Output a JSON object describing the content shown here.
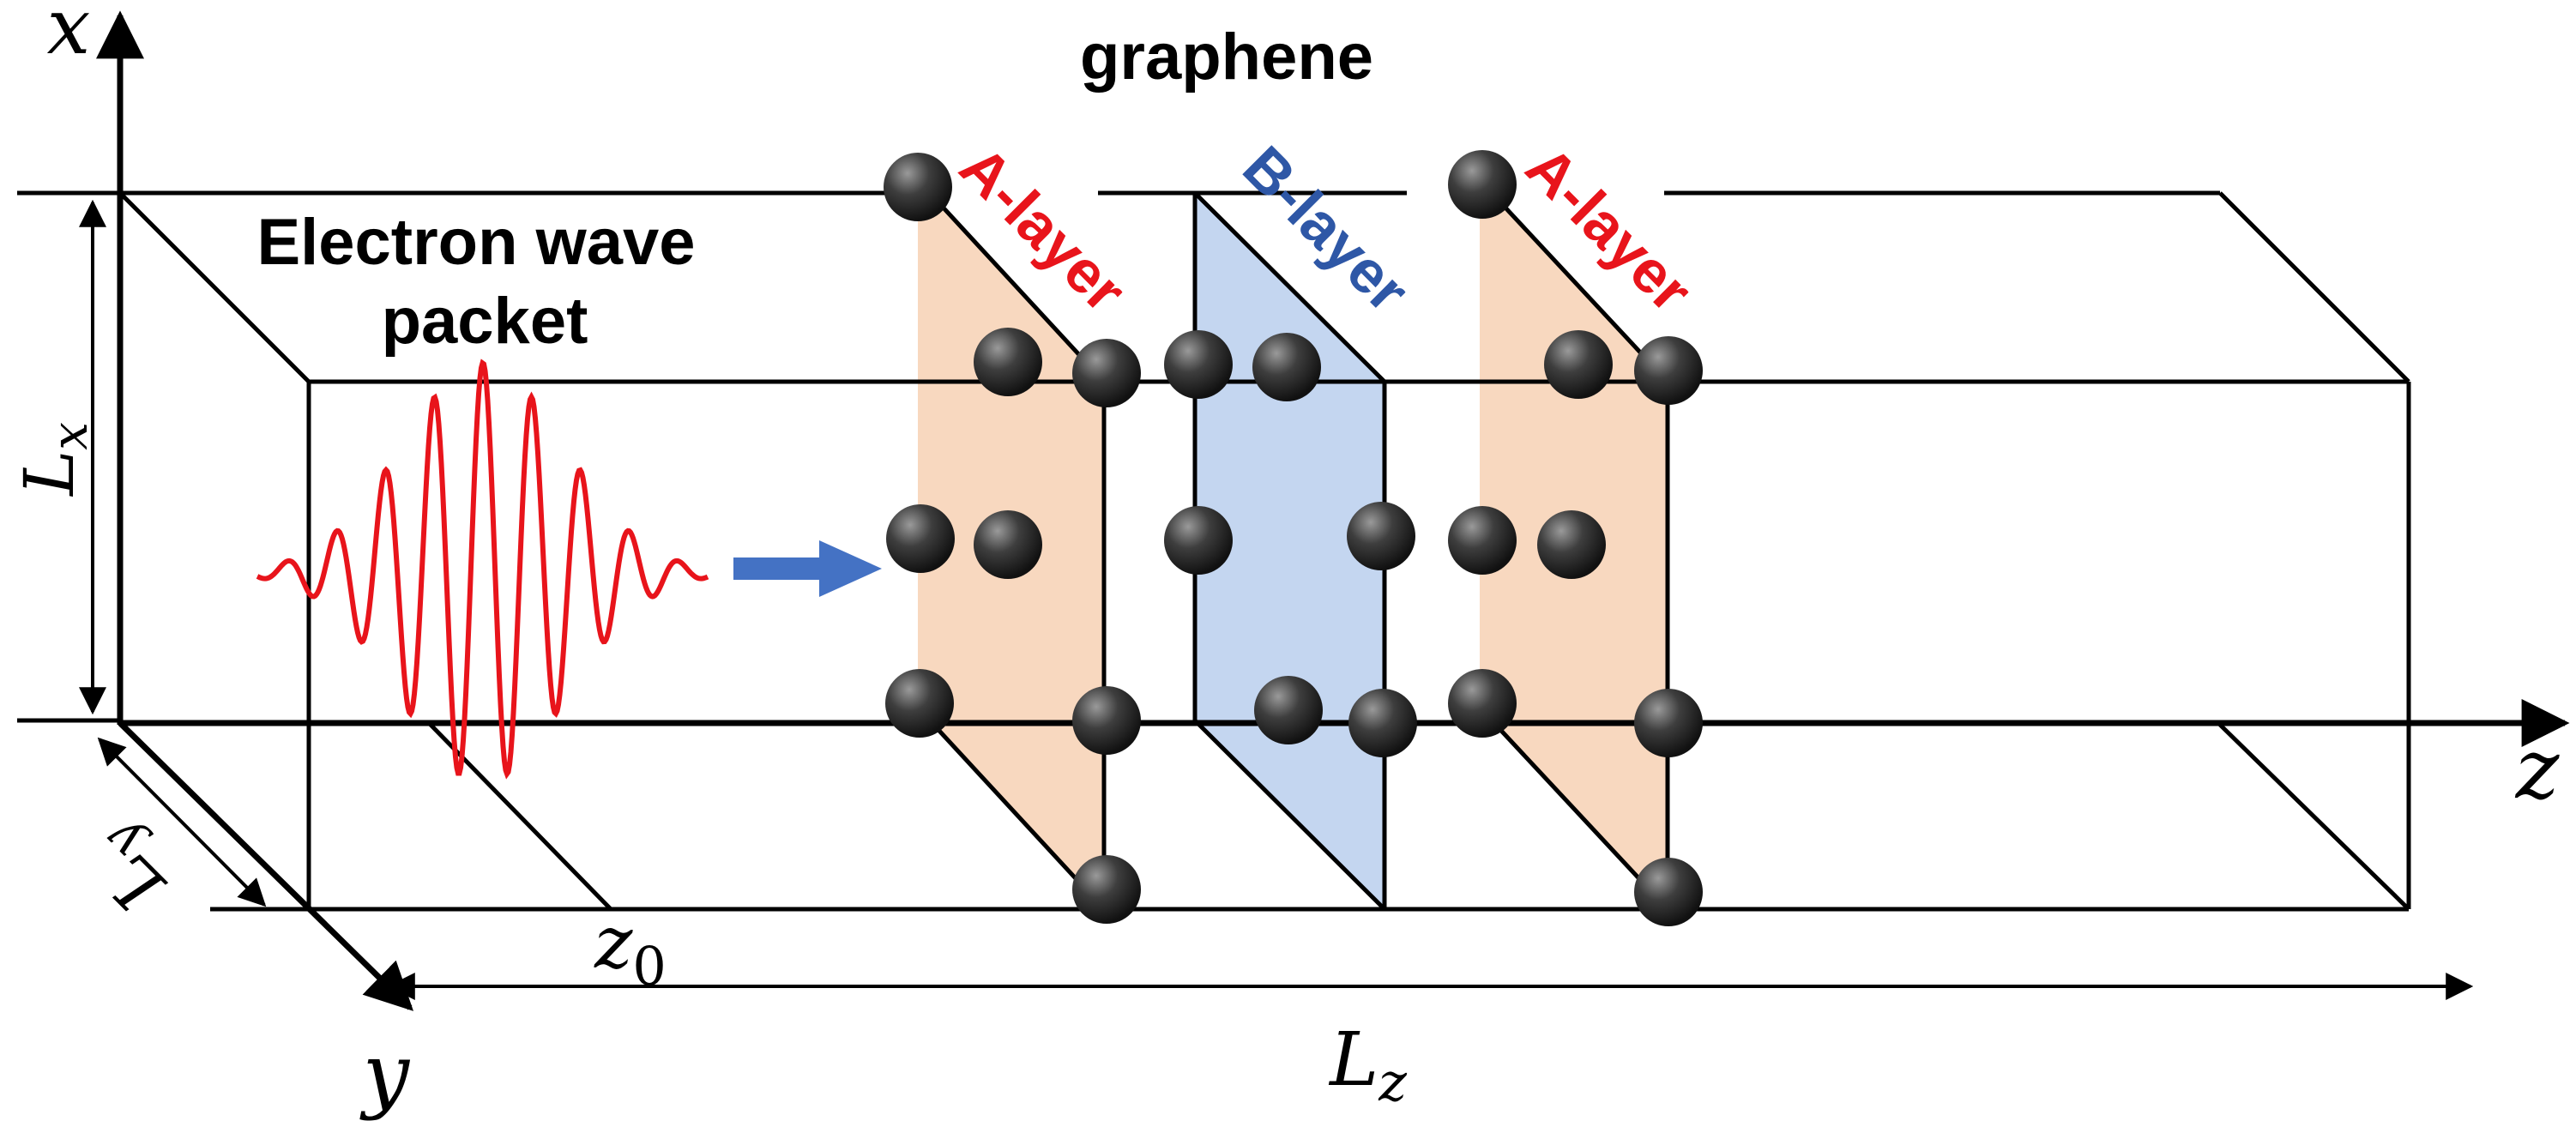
{
  "labels": {
    "graphene": "graphene",
    "wave_packet_line1": "Electron wave",
    "wave_packet_line2": "packet",
    "layer_a1": "A-layer",
    "layer_b": "B-layer",
    "layer_a2": "A-layer",
    "axis_x": "x",
    "axis_y": "y",
    "axis_z": "z",
    "dim_lx_main": "L",
    "dim_lx_sub": "x",
    "dim_ly_main": "L",
    "dim_ly_sub": "y",
    "dim_lz_main": "L",
    "dim_lz_sub": "z",
    "z0_main": "z",
    "z0_sub": "0"
  },
  "colors": {
    "line": "#000000",
    "layer_a_fill": "#f8d8bf",
    "layer_b_fill": "#c4d6f0",
    "wave": "#e8141b",
    "arrow": "#4472c4",
    "label_a": "#e8141b",
    "label_b": "#2e57a6",
    "atom": "#3a3a3a"
  }
}
